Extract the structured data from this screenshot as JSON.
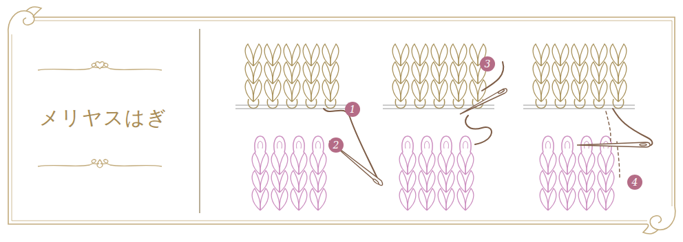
{
  "diagram": {
    "title": "メリヤスはぎ",
    "labels": [
      "1",
      "2",
      "3",
      "4"
    ]
  }
}
